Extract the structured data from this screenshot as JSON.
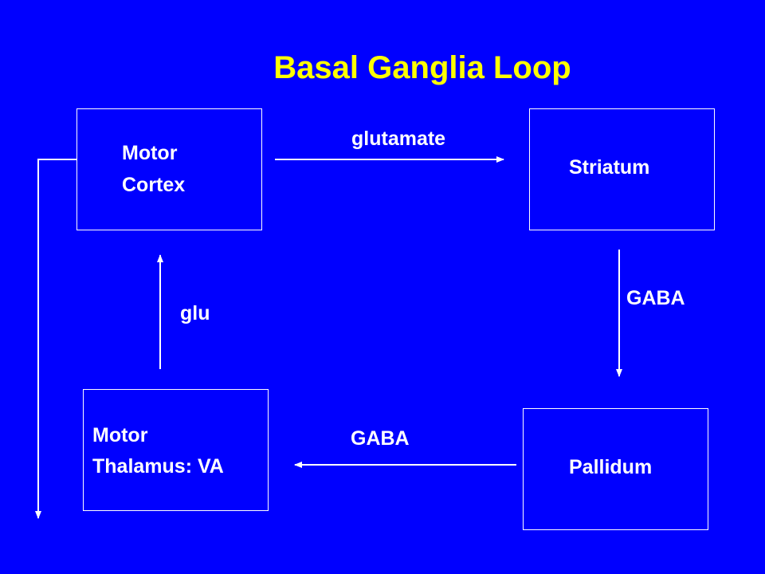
{
  "slide": {
    "title": "Basal Ganglia Loop"
  },
  "nodes": {
    "motor_cortex": {
      "line1": "Motor",
      "line2": "Cortex"
    },
    "striatum": {
      "label": "Striatum"
    },
    "pallidum": {
      "label": "Pallidum"
    },
    "motor_thalamus": {
      "line1": "Motor",
      "line2": "Thalamus: VA"
    }
  },
  "edges": {
    "cortex_to_striatum": "glutamate",
    "striatum_to_pallidum": "GABA",
    "pallidum_to_thalamus": "GABA",
    "thalamus_to_cortex": "glu"
  },
  "colors": {
    "background": "#0000FF",
    "title": "#FFFF00",
    "lines": "#FFFFFF"
  }
}
